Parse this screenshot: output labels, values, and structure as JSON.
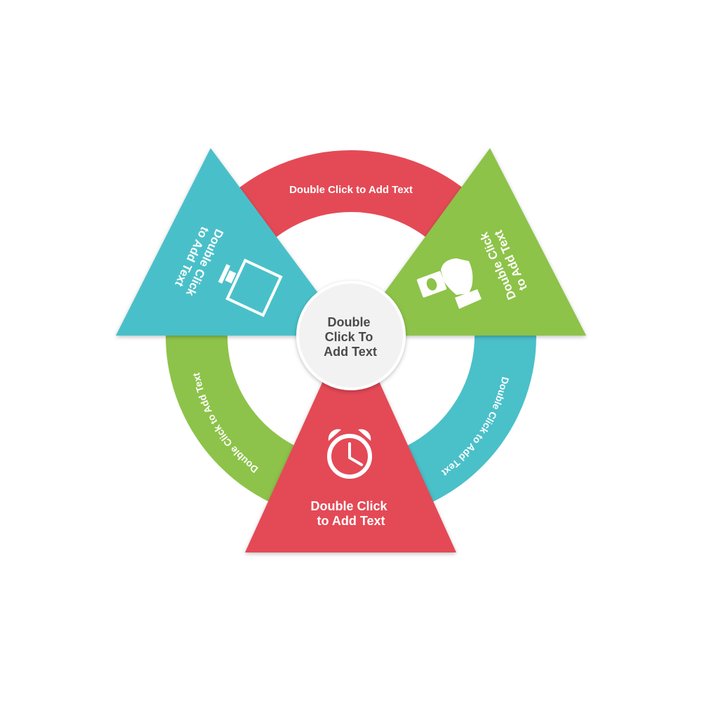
{
  "colors": {
    "red": "#e44a56",
    "cyan": "#4ac0c9",
    "green": "#8dc34a",
    "center": "#f2f2f2",
    "center_text": "#4a4a4a"
  },
  "center": {
    "lines": [
      "Double",
      "Click To",
      "Add Text"
    ]
  },
  "arcs": {
    "top": "Double Click to Add Text",
    "left": "Double Click to Add Text",
    "right": "Double Click to Add Text"
  },
  "triangles": {
    "left": {
      "lines": [
        "Double Click",
        "to Add Text"
      ],
      "icon": "monitor-icon"
    },
    "right": {
      "lines": [
        "Double Click",
        "to Add Text"
      ],
      "icon": "hand-money-icon"
    },
    "bottom": {
      "lines": [
        "Double Click",
        "to Add Text"
      ],
      "icon": "alarm-clock-icon"
    }
  }
}
